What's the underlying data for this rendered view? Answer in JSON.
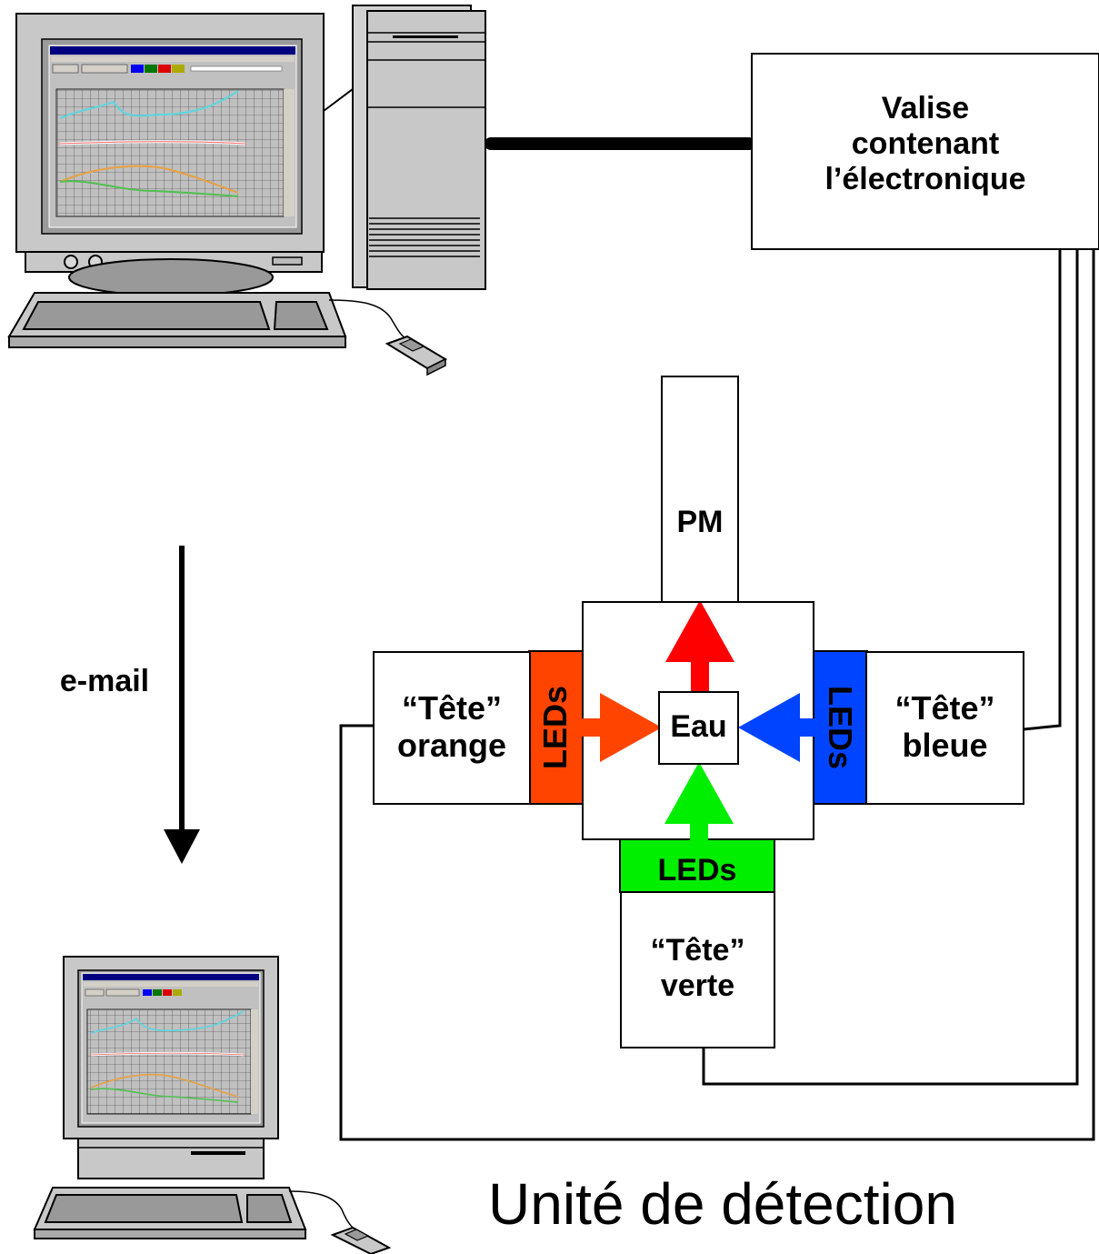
{
  "electronics_box": {
    "line1": "Valise",
    "line2": "contenant",
    "line3": "l’électronique"
  },
  "pm": {
    "label": "PM"
  },
  "water": {
    "label": "Eau"
  },
  "head_orange": {
    "line1": "“Tête”",
    "line2": "orange",
    "leds": "LEDs"
  },
  "head_blue": {
    "line1": "“Tête”",
    "line2": "bleue",
    "leds": "LEDs"
  },
  "head_green": {
    "line1": "“Tête”",
    "line2": "verte",
    "leds": "LEDs"
  },
  "email": {
    "label": "e-mail"
  },
  "caption": "Unité de détection",
  "colors": {
    "orange_leds": "#ff4400",
    "blue_leds": "#0044ff",
    "green_leds": "#00ee00",
    "arrow_red": "#ff0000",
    "arrow_orange": "#ff4400",
    "arrow_blue": "#0044ff",
    "arrow_green": "#00ee00",
    "computer_gray": "#c8c8c8",
    "plot_bg": "#c0c0c0",
    "titlebar": "#000080"
  },
  "icons": [
    "computer-icon",
    "tower-icon",
    "keyboard-icon",
    "mouse-icon",
    "laptop-computer-icon"
  ]
}
